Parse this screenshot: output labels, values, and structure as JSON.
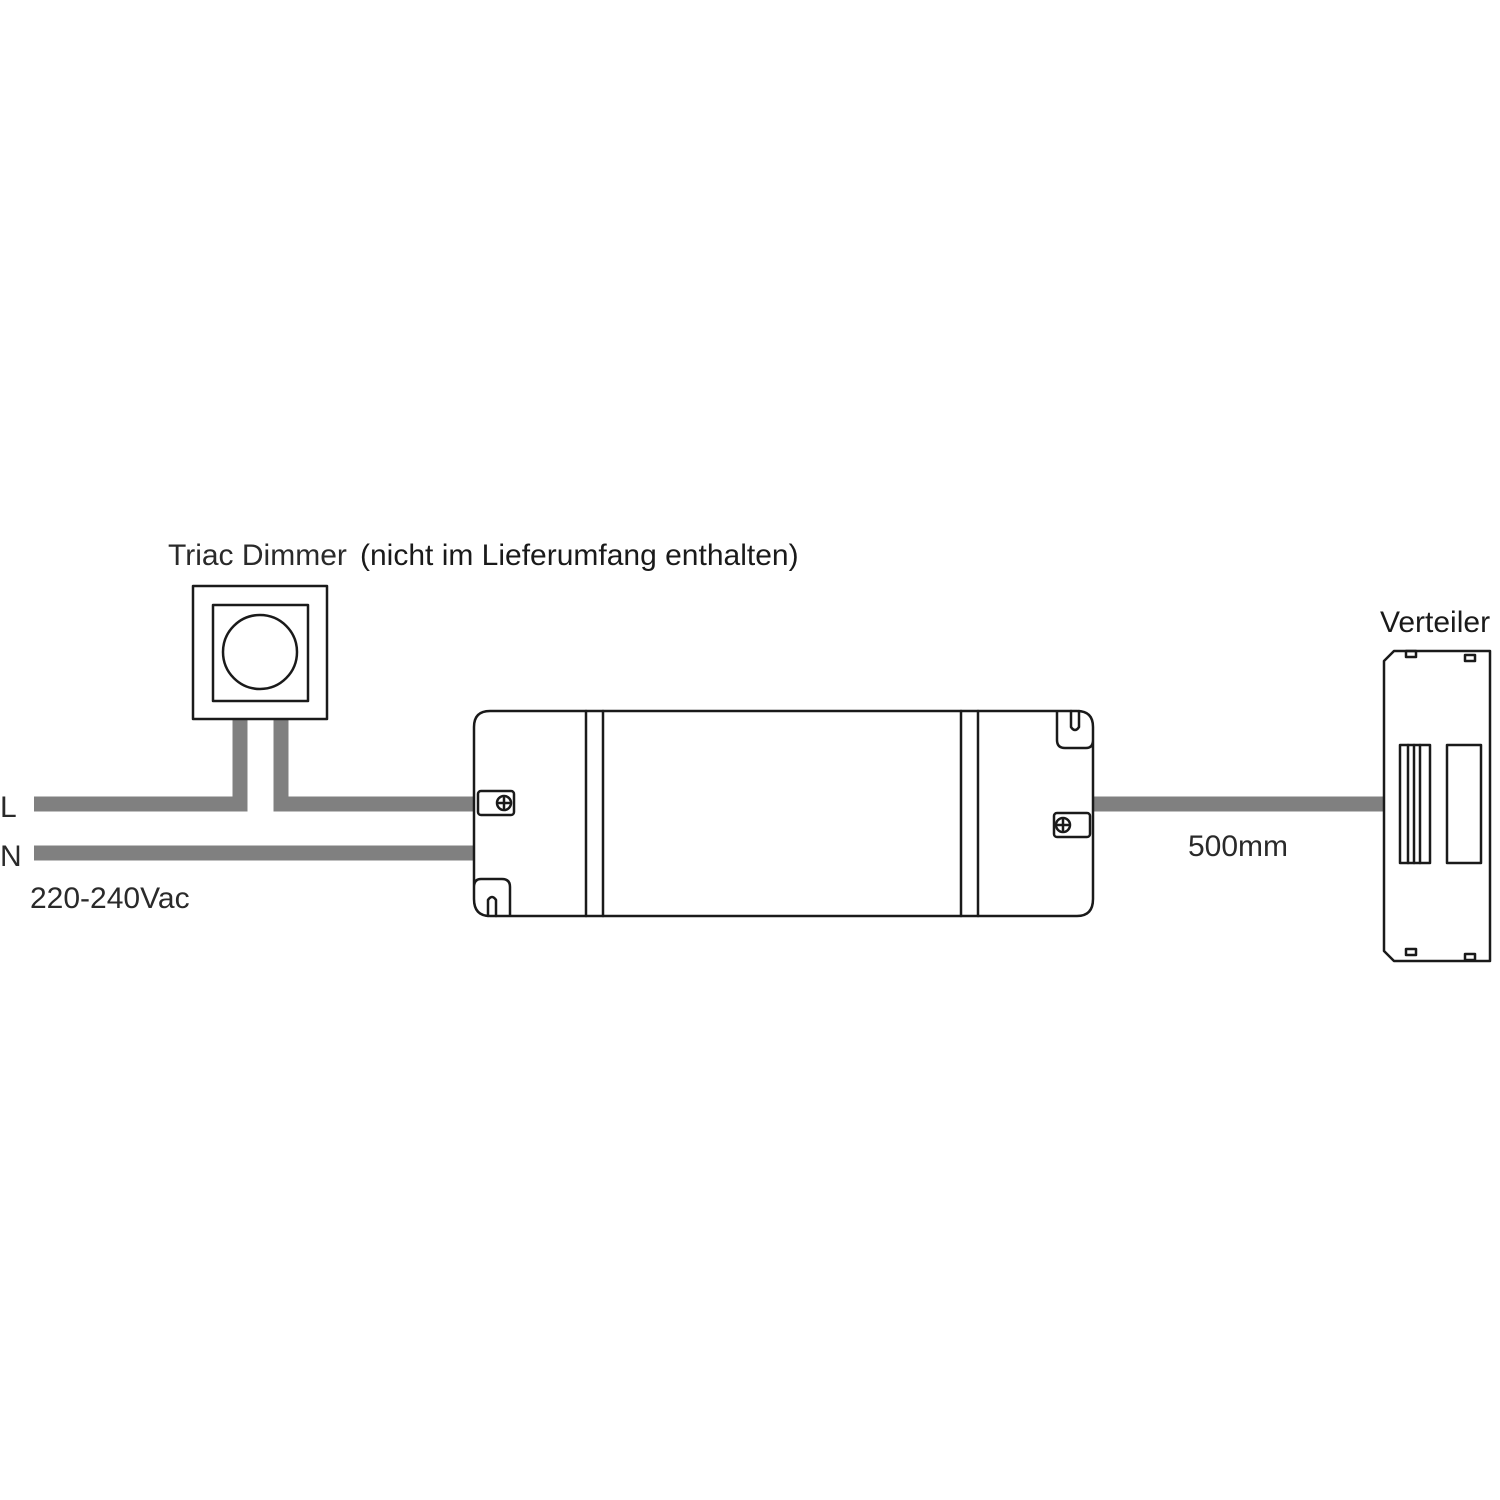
{
  "labels": {
    "dimmer": "Triac Dimmer",
    "dimmer_note": "(nicht im Lieferumfang enthalten)",
    "line": "L",
    "neutral": "N",
    "voltage": "220-240Vac",
    "cable_length": "500mm",
    "distributor": "Verteiler"
  },
  "colors": {
    "wire": "#808080",
    "outline": "#1a1a1a",
    "background": "#ffffff"
  }
}
